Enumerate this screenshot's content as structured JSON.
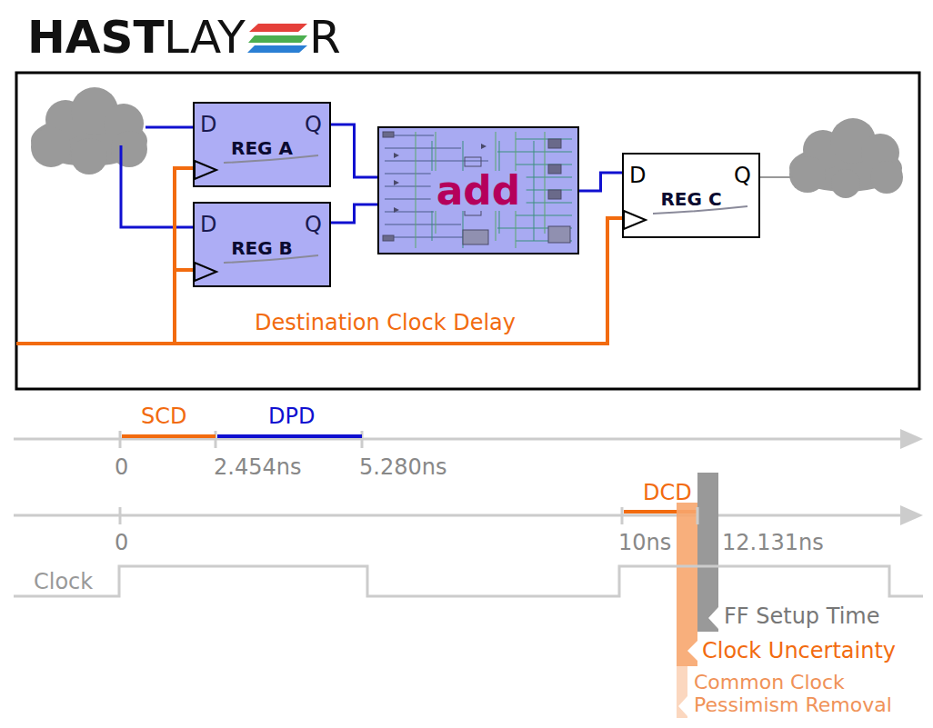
{
  "diagram": {
    "nodes": [
      {
        "text": [
          "D",
          "Q",
          "REG A"
        ]
      },
      {
        "text": [
          "D",
          "Q",
          "REG B"
        ]
      },
      {
        "text": [
          "add"
        ]
      },
      {
        "text": [
          "D",
          "Q",
          "REG C"
        ]
      }
    ],
    "edges": [
      {
        "from": 0,
        "to": 2,
        "arrow": "none"
      },
      {
        "from": 1,
        "to": 2,
        "arrow": "none"
      },
      {
        "from": 2,
        "to": 3,
        "arrow": "none"
      }
    ],
    "labels": [
      "HAST",
      "LAY",
      "R",
      "Destination Clock Delay",
      "SCD",
      "DPD",
      "0",
      "2.454ns",
      "5.280ns",
      "DCD",
      "0",
      "10ns",
      "12.131ns",
      "Clock",
      "FF Setup Time",
      "Clock Uncertainty",
      "Common Clock Pessimism Removal"
    ]
  }
}
